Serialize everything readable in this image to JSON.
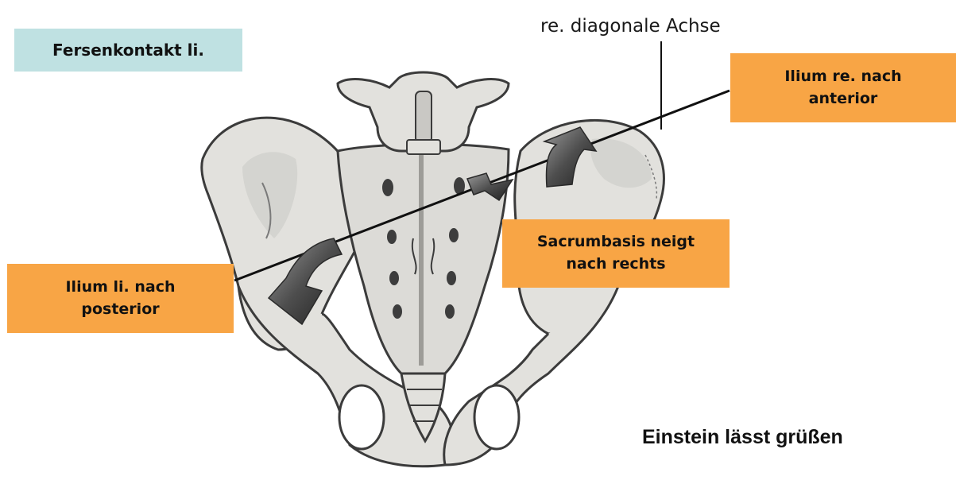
{
  "axis_label": "re. diagonale Achse",
  "labels": {
    "phase": "Fersenkontakt li.",
    "ilium_right": "Ilium re. nach\nanterior",
    "ilium_left": "Ilium li. nach\nposterior",
    "sacrum": "Sacrumbasis  neigt\nnach rechts"
  },
  "footer_text": "Einstein lässt grüßen",
  "colors": {
    "label_box": "#f8a545",
    "phase_box": "#bfe1e2",
    "bone_fill": "#e2e1dd",
    "bone_shadow": "#a9a8a4",
    "bone_outline": "#3b3b3b",
    "arrow_fill": "#4e4e4e",
    "axis_line": "#111111"
  }
}
